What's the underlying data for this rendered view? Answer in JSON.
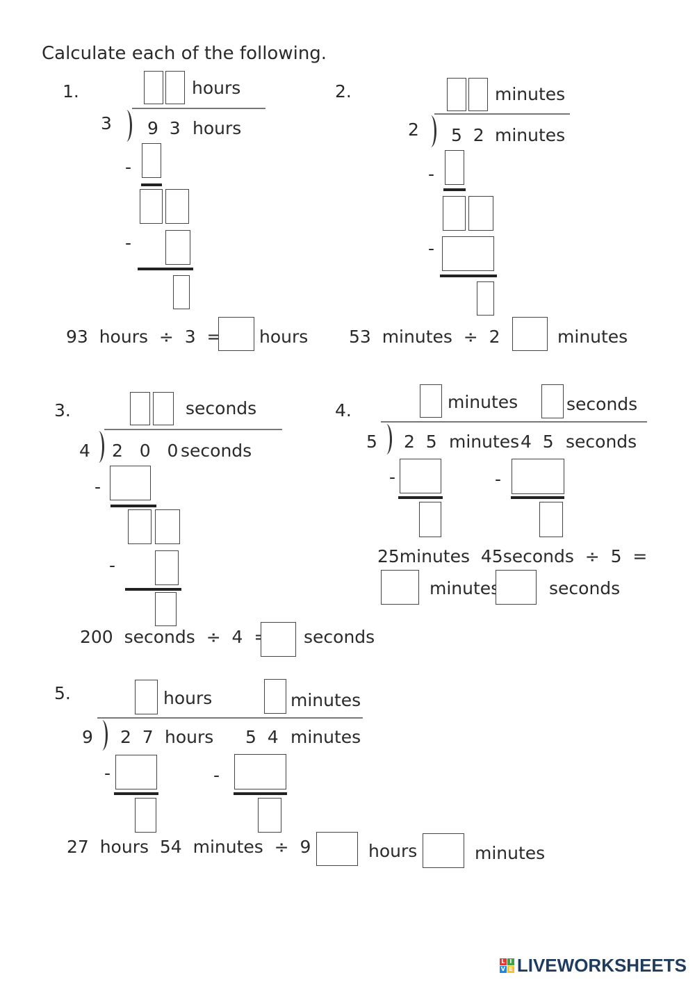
{
  "instruction": "Calculate each of the following.",
  "q1": {
    "num": "1.",
    "unit": "hours",
    "divisor": "3",
    "dividend": "9  3",
    "minus1": "-",
    "minus2": "-",
    "equation": "93  hours  ÷  3  =",
    "answer_unit": "hours"
  },
  "q2": {
    "num": "2.",
    "unit": "minutes",
    "divisor": "2",
    "dividend": "5  2",
    "minus1": "-",
    "minus2": "-",
    "equation": "53  minutes  ÷  2  =",
    "answer_unit": "minutes"
  },
  "q3": {
    "num": "3.",
    "unit": "seconds",
    "divisor": "4",
    "dividend": "2   0   0",
    "minus1": "-",
    "minus2": "-",
    "equation": "200  seconds  ÷  4  =",
    "answer_unit": "seconds"
  },
  "q4": {
    "num": "4.",
    "unit1": "minutes",
    "unit2": "seconds",
    "divisor": "5",
    "dividend_a": "2  5",
    "dividend_unit_a": "minutes",
    "dividend_b": "4  5",
    "dividend_unit_b": "seconds",
    "minus1": "-",
    "minus2": "-",
    "equation": "25minutes  45seconds  ÷  5  =",
    "answer_unit1": "minutes",
    "answer_unit2": "seconds"
  },
  "q5": {
    "num": "5.",
    "unit1": "hours",
    "unit2": "minutes",
    "divisor": "9",
    "dividend_a": "2  7",
    "dividend_unit_a": "hours",
    "dividend_b": "5  4",
    "dividend_unit_b": "minutes",
    "minus1": "-",
    "minus2": "-",
    "equation": "27  hours  54  minutes  ÷  9  =",
    "answer_unit1": "hours",
    "answer_unit2": "minutes"
  },
  "logo": {
    "text": "LIVEWORKSHEETS",
    "letters": [
      "L",
      "I",
      "V",
      "E"
    ],
    "colors": [
      "#e53935",
      "#43a047",
      "#1e88e5",
      "#fbc02d"
    ]
  }
}
